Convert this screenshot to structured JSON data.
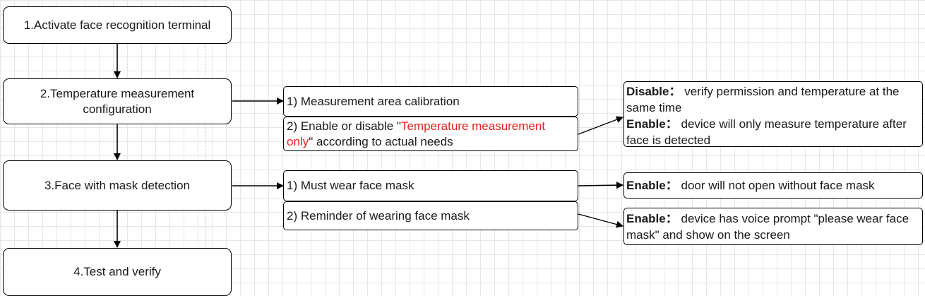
{
  "steps": [
    {
      "label": "1.Activate face recognition terminal"
    },
    {
      "label": "2.Temperature measurement configuration"
    },
    {
      "label": "3.Face with mask detection"
    },
    {
      "label": "4.Test and verify"
    }
  ],
  "substeps": {
    "calibration": "1) Measurement area calibration",
    "temp_only_prefix": "2) Enable or disable \"",
    "temp_only_highlight": "Temperature measurement only",
    "temp_only_suffix": "\" according to actual needs",
    "must_wear": "1) Must wear face mask",
    "reminder": "2) Reminder of wearing face mask"
  },
  "notes": {
    "temp": {
      "disable_label": "Disable：",
      "disable_text": "verify permission and temperature at the same time",
      "enable_label": "Enable：",
      "enable_text": "device will only measure temperature after face is detected"
    },
    "must_wear": {
      "enable_label": "Enable：",
      "enable_text": "door will not open without face mask"
    },
    "reminder": {
      "enable_label": "Enable：",
      "enable_text": "device has voice prompt \"please wear face mask\" and show on the screen"
    }
  },
  "colors": {
    "highlight": "#e8231c",
    "border": "#000000",
    "grid": "#e6e6e6"
  }
}
